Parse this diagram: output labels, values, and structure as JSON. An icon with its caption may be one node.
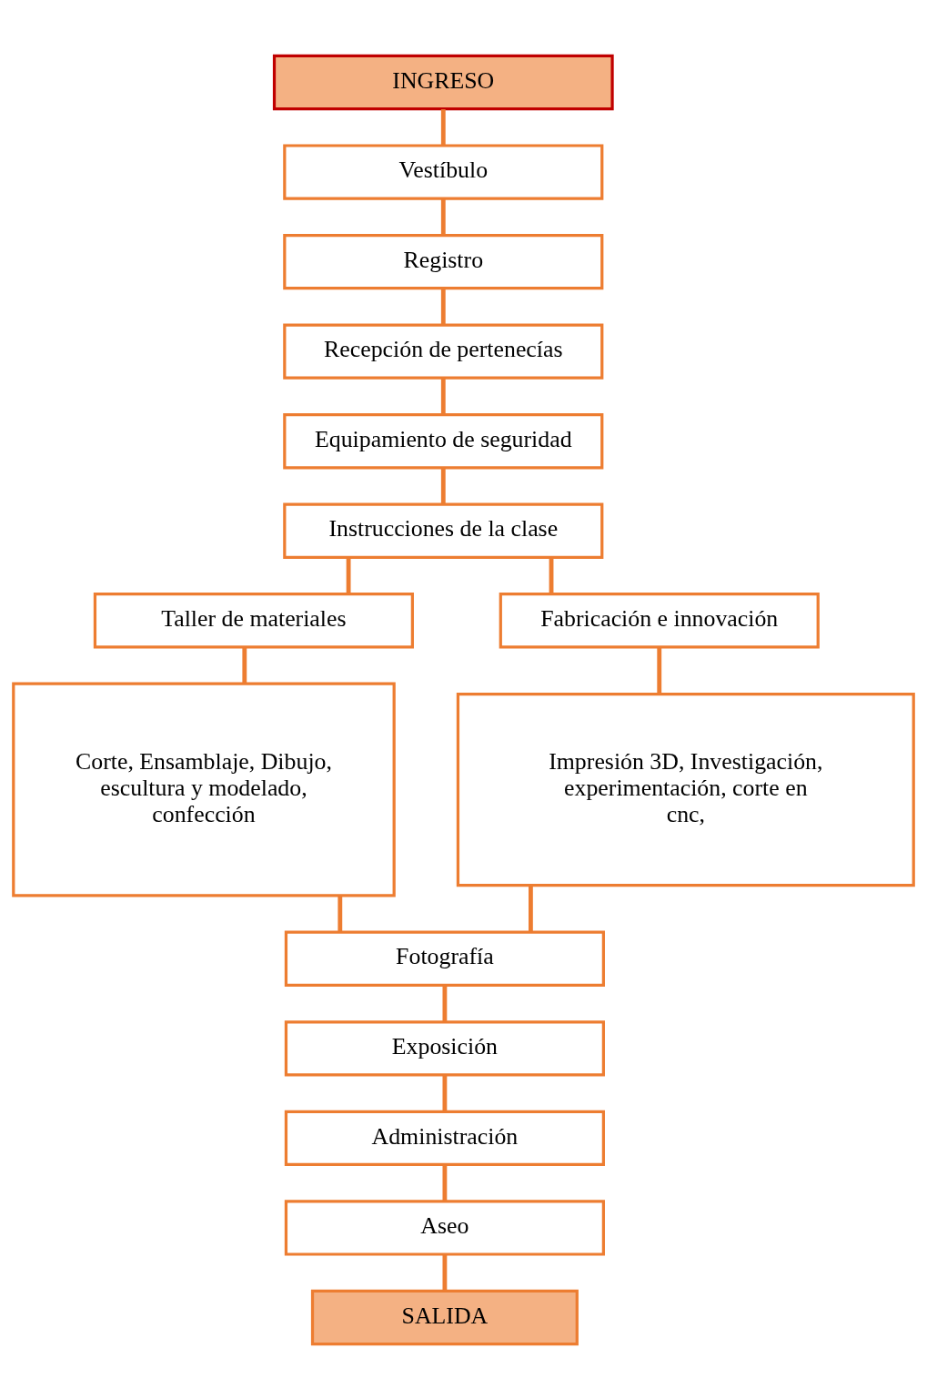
{
  "diagram": {
    "nodes": [
      {
        "text": [
          "INGRESO"
        ]
      },
      {
        "text": [
          "Vestíbulo"
        ]
      },
      {
        "text": [
          "Registro"
        ]
      },
      {
        "text": [
          "Recepción de pertenecías"
        ]
      },
      {
        "text": [
          "Equipamiento de seguridad"
        ]
      },
      {
        "text": [
          "Instrucciones de la clase"
        ]
      },
      {
        "text": [
          "Taller de materiales"
        ]
      },
      {
        "text": [
          "Corte, Ensamblaje, Dibujo, escultura y modelado, confección"
        ]
      },
      {
        "text": [
          "Fabricación e innovación"
        ]
      },
      {
        "text": [
          "Impresión 3D, Investigación, experimentación, corte en cnc,"
        ]
      },
      {
        "text": [
          "Fotografía"
        ]
      },
      {
        "text": [
          "Exposición"
        ]
      },
      {
        "text": [
          "Administración"
        ]
      },
      {
        "text": [
          "Aseo"
        ]
      },
      {
        "text": [
          "SALIDA"
        ]
      }
    ],
    "edges": [
      {
        "from": 0,
        "to": 1,
        "arrow": "none"
      },
      {
        "from": 1,
        "to": 2,
        "arrow": "none"
      },
      {
        "from": 2,
        "to": 3,
        "arrow": "none"
      },
      {
        "from": 3,
        "to": 4,
        "arrow": "none"
      },
      {
        "from": 4,
        "to": 5,
        "arrow": "none"
      },
      {
        "from": 5,
        "to": 6,
        "arrow": "none"
      },
      {
        "from": 5,
        "to": 8,
        "arrow": "none"
      },
      {
        "from": 6,
        "to": 7,
        "arrow": "none"
      },
      {
        "from": 8,
        "to": 9,
        "arrow": "none"
      },
      {
        "from": 7,
        "to": 10,
        "arrow": "none"
      },
      {
        "from": 9,
        "to": 10,
        "arrow": "none"
      },
      {
        "from": 10,
        "to": 11,
        "arrow": "none"
      },
      {
        "from": 11,
        "to": 12,
        "arrow": "none"
      },
      {
        "from": 12,
        "to": 13,
        "arrow": "none"
      },
      {
        "from": 13,
        "to": 14,
        "arrow": "none"
      }
    ]
  }
}
